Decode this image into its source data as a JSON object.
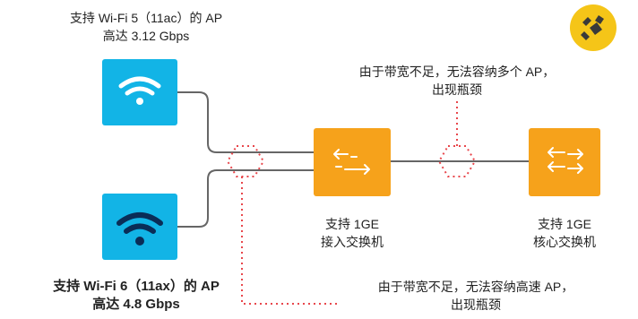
{
  "labels": {
    "ap5_line1": "支持 Wi-Fi 5（11ac）的 AP",
    "ap5_line2": "高达 3.12 Gbps",
    "ap6_line1": "支持 Wi-Fi 6（11ax）的 AP",
    "ap6_line2": "高达 4.8 Gbps",
    "bottleneck_top_line1": "由于带宽不足，无法容纳多个 AP，",
    "bottleneck_top_line2": "出现瓶颈",
    "bottleneck_bottom_line1": "由于带宽不足，无法容纳高速 AP，",
    "bottleneck_bottom_line2": "出现瓶颈",
    "access_switch_line1": "支持 1GE",
    "access_switch_line2": "接入交换机",
    "core_switch_line1": "支持 1GE",
    "core_switch_line2": "核心交换机"
  },
  "colors": {
    "ap5": "#12b4e6",
    "ap6": "#12b4e6",
    "ap_icon_light": "#ffffff",
    "ap_icon_dark": "#0a2d57",
    "switch": "#f6a21b",
    "cable": "#666666",
    "dotted": "#e8474c",
    "logo": "#f5c518"
  },
  "icons": {
    "ap5": "wifi-icon",
    "ap6": "wifi-icon",
    "access_switch": "switch-arrows-icon",
    "core_switch": "switch-arrows-icon",
    "logo": "logo-icon"
  }
}
